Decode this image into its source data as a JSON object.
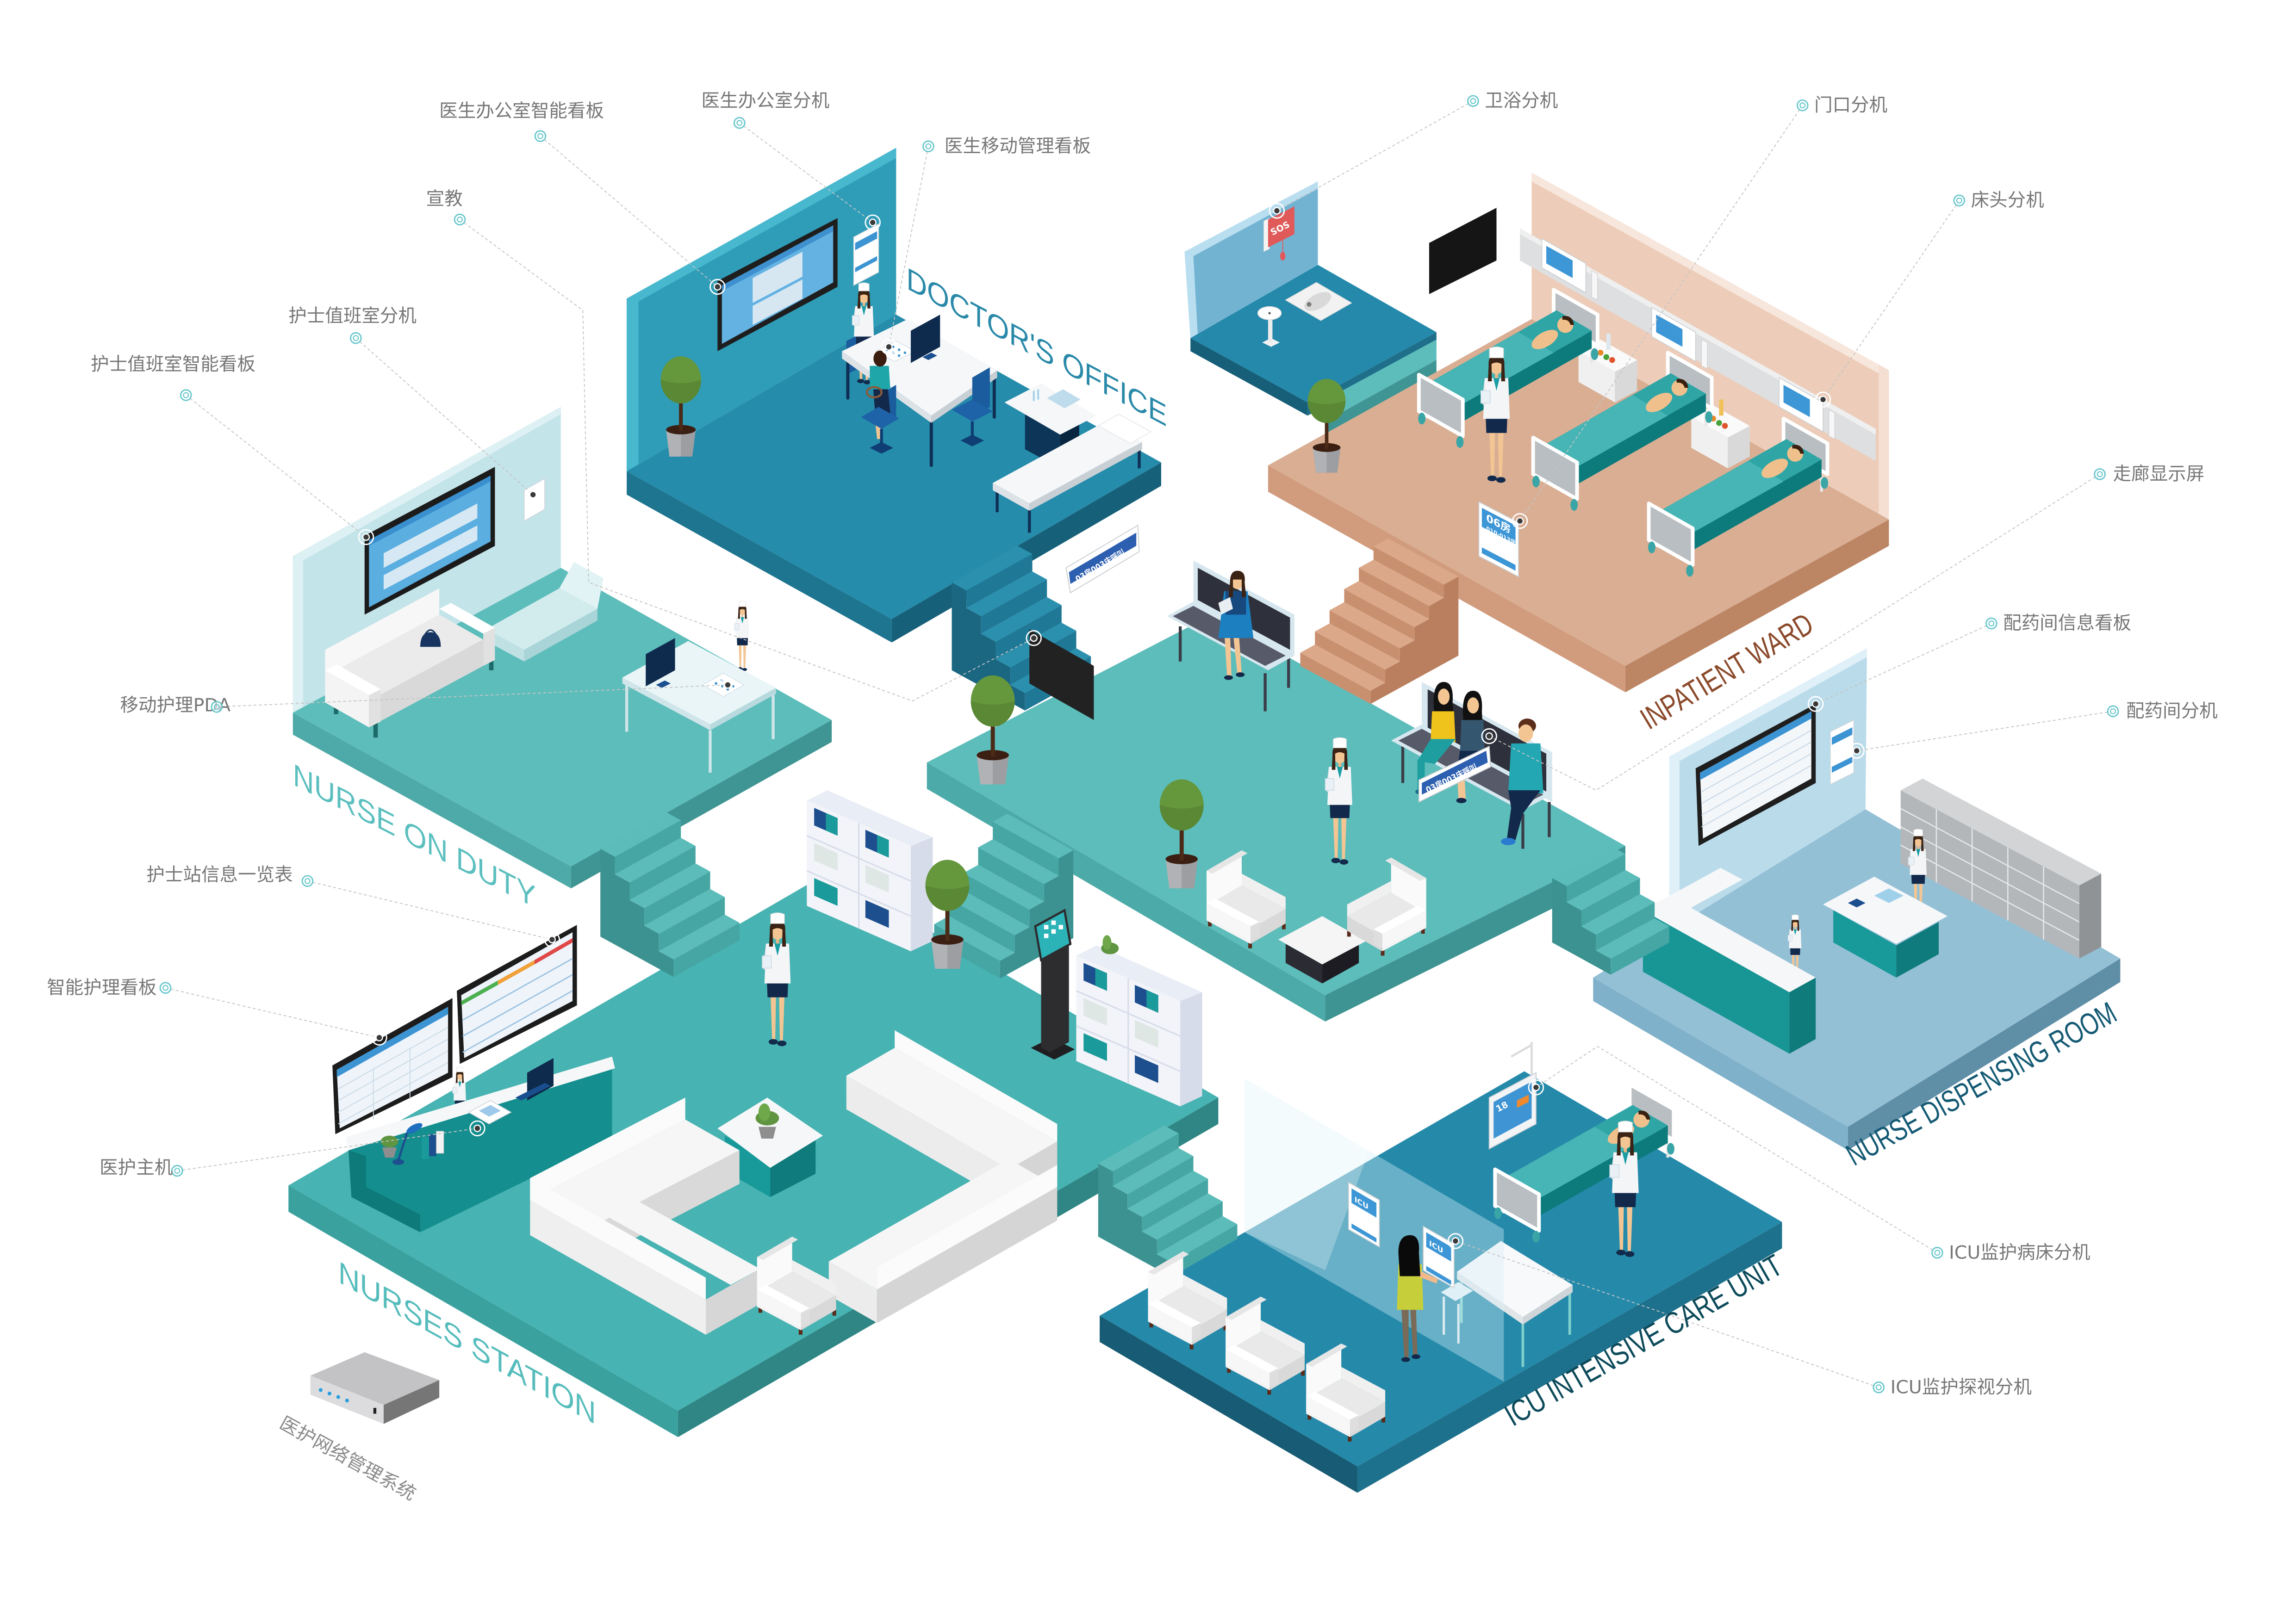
{
  "rooms": {
    "doctors_office": {
      "label": "DOCTOR'S OFFICE"
    },
    "nurse_on_duty": {
      "label": "NURSE ON DUTY"
    },
    "nurses_station": {
      "label": "NURSES STATION"
    },
    "inpatient_ward": {
      "label": "INPATIENT WARD"
    },
    "nurse_dispensing_room": {
      "label": "NURSE DISPENSING ROOM"
    },
    "icu": {
      "label": "ICU INTENSIVE CARE UNIT"
    }
  },
  "callouts": [
    {
      "label": "医生办公室智能看板"
    },
    {
      "label": "医生办公室分机"
    },
    {
      "label": "医生移动管理看板"
    },
    {
      "label": "宣教"
    },
    {
      "label": "护士值班室分机"
    },
    {
      "label": "护士值班室智能看板"
    },
    {
      "label": "移动护理PDA"
    },
    {
      "label": "护士站信息一览表"
    },
    {
      "label": "智能护理看板"
    },
    {
      "label": "医护主机"
    },
    {
      "label": "卫浴分机"
    },
    {
      "label": "门口分机"
    },
    {
      "label": "床头分机"
    },
    {
      "label": "走廊显示屏"
    },
    {
      "label": "配药间信息看板"
    },
    {
      "label": "配药间分机"
    },
    {
      "label": "ICU监护病床分机"
    },
    {
      "label": "ICU监护探视分机"
    }
  ],
  "network_system": {
    "label": "医护网络管理系统"
  },
  "screens": {
    "corridor_display_call": "03房003床呼叫",
    "door_sign_room": "06房",
    "door_sign_beds": "010-013床",
    "icu_sign": "ICU",
    "sos_button": "SOS",
    "icu_monitor_bed": "18"
  },
  "palette": {
    "lobby_teal": "#5dbdbb",
    "doctor_blue": "#268cab",
    "ward_peach": "#d9ae93",
    "dispensing_blue": "#94c0d6",
    "icu_blue": "#258aaa",
    "callout_ring": "#68c7cc",
    "callout_text": "#777777",
    "ward_label": "#8b4a2b"
  }
}
